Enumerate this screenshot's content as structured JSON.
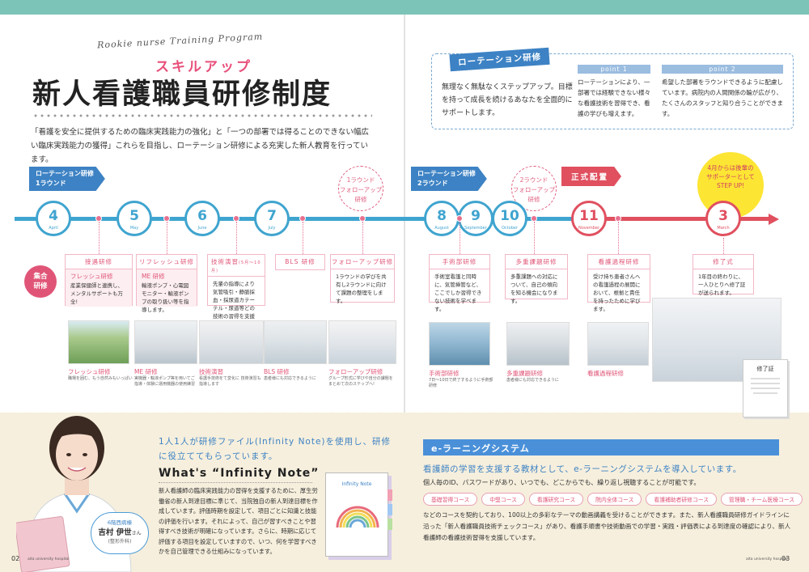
{
  "header": {
    "ribbon": "Rookie nurse Training Program",
    "skill": "スキルアップ",
    "title": "新人看護職員研修制度",
    "lead": "「看護を安全に提供するための臨床実践能力の強化」と「一つの部署では得ることのできない幅広い臨床実践能力の獲得」これらを目指し、ローテーション研修による充実した新人教育を行っています。"
  },
  "rotation": {
    "tag": "ローテーション研修",
    "text": "無理なく無駄なくステップアップ。目標を持って成長を続けるあなたを全面的にサポートします。",
    "points": [
      {
        "label": "point 1",
        "text": "ローテーションにより、一部署では経験できない様々な看護技術を習得でき、看護の学びも増えます。"
      },
      {
        "label": "point 2",
        "text": "希望した部署をラウンドできるように配慮しています。病院内の人間関係の輪が広がり、たくさんのスタッフと知り合うことができます。"
      }
    ]
  },
  "timeline": {
    "round1": "ローテーション研修\n1ラウンド",
    "round2": "ローテーション研修\n2ラウンド",
    "follow1": "1ラウンド\nフォローアップ\n研修",
    "follow2": "2ラウンド\nフォローアップ\n研修",
    "official": "正式配置",
    "stepup": "4月からは後輩の\nサポーターとして\nSTEP UP!",
    "gather": "集合\n研修",
    "months": [
      {
        "num": "4",
        "label": "April"
      },
      {
        "num": "5",
        "label": "May"
      },
      {
        "num": "6",
        "label": "June"
      },
      {
        "num": "7",
        "label": "July"
      },
      {
        "num": "8",
        "label": "August"
      },
      {
        "num": "9",
        "label": "September"
      },
      {
        "num": "10",
        "label": "October"
      },
      {
        "num": "11",
        "label": "November"
      },
      {
        "num": "3",
        "label": "March"
      }
    ]
  },
  "cards": {
    "c1_head": "接遇研修",
    "c1_sub": "フレッシュ研修",
    "c1_body": "産業保健師と連携し、メンタルサポートも万全!",
    "c2_head": "リフレッシュ研修",
    "c2_sub": "ME 研修",
    "c2_body": "輸液ポンプ・心電図モニター・輸液ポンプの取り扱い等を指導します。",
    "c3_head": "技術演習",
    "c3_head_note": "(5月〜10月)",
    "c3_body": "先輩の指導により気管吸引・静脈採血・採尿道カテーテル・尿道等どの技術の習得を支援します。",
    "c4_head": "BLS 研修",
    "c5_head": "フォローアップ研修",
    "c5_body": "1ラウンドの学びを共有し2ラウンドに向けて課題の整理をします。",
    "c6_head": "手術部研修",
    "c6_body": "手術室看護と同時に、気管挿管など、ここでしか習得できない技術を学べます。",
    "c7_head": "多重課題研修",
    "c7_body": "多重課題への対応について、自己の傾向を知る機会になります。",
    "c8_head": "看護過程研修",
    "c8_body": "受け持ち患者さんへの看護過程の展開において、根拠と責任を持ったために学びます。",
    "c9_head": "修了式",
    "c9_body": "1年目の終わりに、一人ひとりへ修了証が送られます。"
  },
  "captions": {
    "p1": "フレッシュ研修",
    "p1s": "職場を囲む、もう自然みもいっぱい",
    "p2": "ME 研修",
    "p2s": "実機器・輸液ポンプ等を用いてご指導・体験に運用機器の使用練習",
    "p3": "技術演習",
    "p3s": "看護手技術をて変化に 技術演習も指導します",
    "p4": "BLS 研修",
    "p4s": "患者様にも対応できるように",
    "p5": "フォローアップ研修",
    "p5s": "グループ形式に学びや自分の課題をまとめて次のステップへ!",
    "p6": "手術部研修",
    "p6s": "7日〜10日で終了するように手術部研修",
    "p7": "多重課題研修",
    "p7s": "患者様にも対応できるように",
    "p8": "看護過程研修",
    "cert": "修了証"
  },
  "infinity": {
    "lead": "1人1人が研修ファイル(Infinity Note)を使用し、研修に役立ててもらっています。",
    "heading": "What's “Infinity Note”",
    "body": "新人看護師の臨床実践能力の習得を支援するために、厚生労働省の新人到達目標に準じて、当院独自の新人到達目標を作成しています。評価時期を設定して、項目ごとに知識と技能の評価を行います。それによって、自己が習すべきことや習得すべき技術が明確になっています。さらに、時期に応じて評価する項目を設定していますので、いつ、何を学習すべきかを自己管理できる仕組みになっています。",
    "book_title": "Infinity Note",
    "person_ward": "6階西病棟",
    "person_name": "吉村 伊世",
    "person_suffix": "さん",
    "person_note": "(整形外科)"
  },
  "elearning": {
    "header": "e-ラーニングシステム",
    "sub": "看護師の学習を支援する教材として、e-ラーニングシステムを導入しています。",
    "body": "個人毎のID、パスワードがあり、いつでも、どこからでも、繰り返し視聴することが可能です。",
    "chips": [
      "基礎習得コース",
      "中堅コース",
      "看護研究コース",
      "院内全体コース",
      "看護補助者研修コース",
      "管理職・チーム医療コース"
    ],
    "desc": "などのコースを契約しており、100以上の多彩なテーマの動画講義を受けることができます。また、新人看護職員研修ガイドラインに沿った「新人看護職員技術チェックコース」があり、看護手順書や技術動画での学習・実践・評価表による到達度の確認により、新人看護師の看護技術習得を支援しています。"
  },
  "footer": {
    "left_page": "02",
    "right_page": "03",
    "hospital": "aita university hospital"
  },
  "colors": {
    "accent_blue": "#3d82c4",
    "accent_pink": "#e05577",
    "teal": "#7cc4b8",
    "cream": "#f6efdd"
  }
}
